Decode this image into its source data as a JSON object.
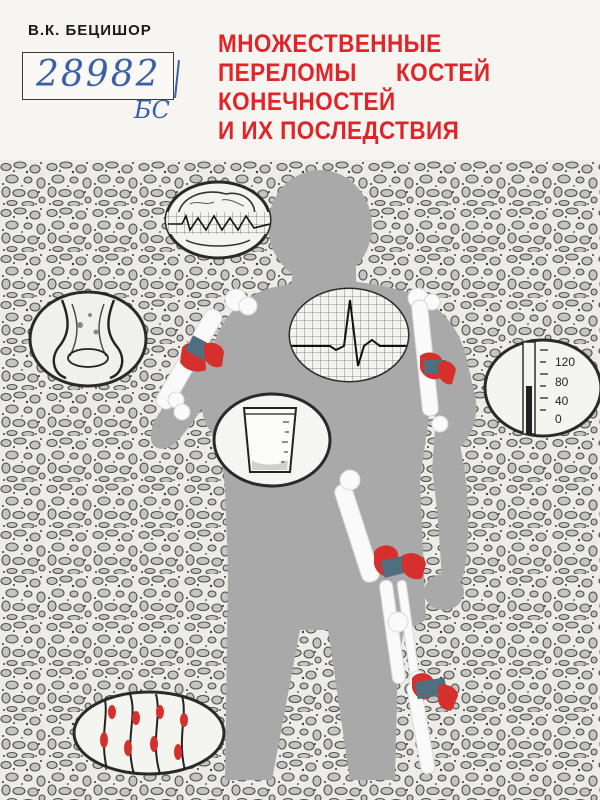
{
  "book": {
    "author": "В.К. БЕЦИШОР",
    "title_lines": [
      "МНОЖЕСТВЕННЫЕ",
      "ПЕРЕЛОМЫ КОСТЕЙ",
      "КОНЕЧНОСТЕЙ",
      "И ИХ ПОСЛЕДСТВИЯ"
    ]
  },
  "library_label": {
    "number": "28982",
    "code": "БС"
  },
  "thermometer_scale": [
    "120",
    "80",
    "40",
    "0"
  ],
  "colors": {
    "title_red": "#e0252a",
    "body_gray": "#a7a7a7",
    "fracture_red": "#d6302c",
    "fracture_blue": "#4f6e80",
    "ink_blue": "#3b5fa8"
  }
}
